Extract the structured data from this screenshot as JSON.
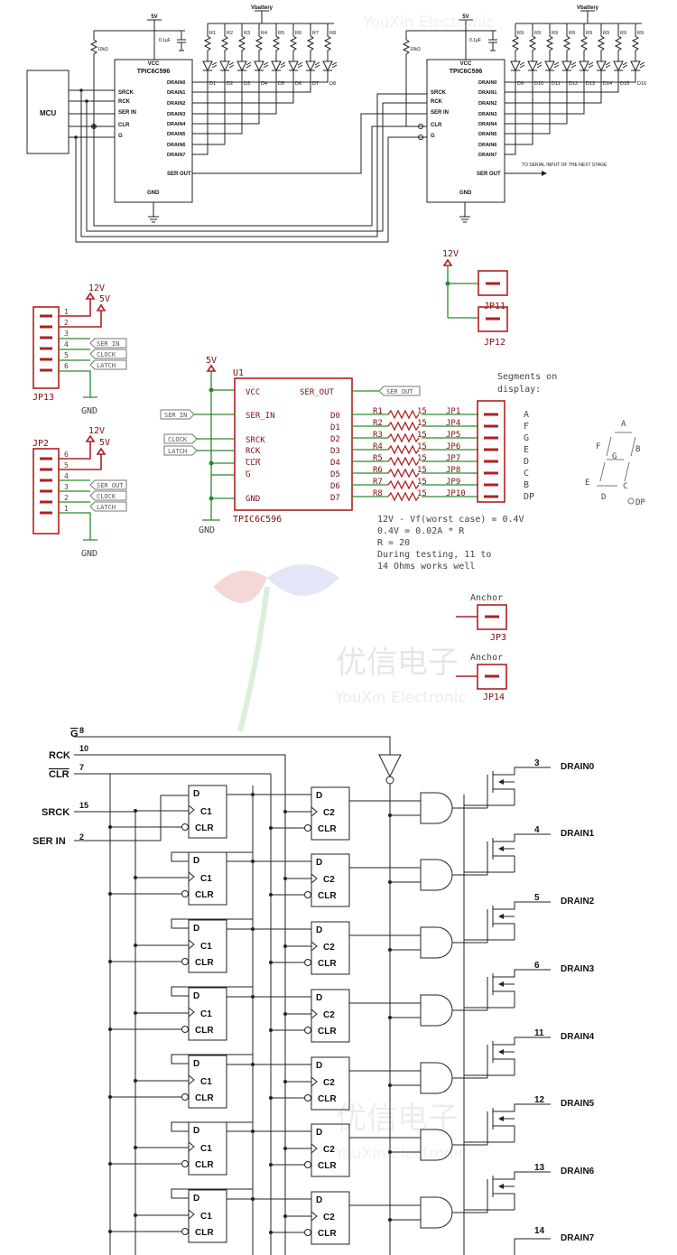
{
  "top": {
    "mcu": "MCU",
    "chip1": {
      "vcc": "VCC",
      "name": "TPIC6C596",
      "pins_left": [
        "SRCK",
        "RCK",
        "SER IN",
        "CLR",
        "G"
      ],
      "drains": [
        "DRAIN0",
        "DRAIN1",
        "DRAIN2",
        "DRAIN3",
        "DRAIN4",
        "DRAIN5",
        "DRAIN6",
        "DRAIN7"
      ],
      "serout": "SER OUT",
      "gnd": "GND"
    },
    "chip2": {
      "vcc": "VCC",
      "name": "TPIC6C596",
      "pins_left": [
        "SRCK",
        "RCK",
        "SER IN",
        "CLR",
        "G"
      ],
      "drains": [
        "DRAIN0",
        "DRAIN1",
        "DRAIN2",
        "DRAIN3",
        "DRAIN4",
        "DRAIN5",
        "DRAIN6",
        "DRAIN7"
      ],
      "serout": "SER OUT",
      "gnd": "GND"
    },
    "v5": "5V",
    "cap": "0.1μF",
    "res": "10kΩ",
    "vbattery": "Vbattery",
    "r1": [
      "R1",
      "R2",
      "R3",
      "R4",
      "R5",
      "R6",
      "R7",
      "R8"
    ],
    "r2": [
      "R9",
      "R9",
      "R9",
      "R9",
      "R9",
      "R9",
      "R9",
      "R9"
    ],
    "d1": [
      "D1",
      "D2",
      "D3",
      "D4",
      "D5",
      "D6",
      "D7",
      "D8"
    ],
    "d2": [
      "D9",
      "D10",
      "D11",
      "D12",
      "D13",
      "D14",
      "D15",
      "D16"
    ],
    "next": "TO SERIAL INPUT OF THE NEXT STAGE"
  },
  "mid": {
    "jp13": {
      "v12": "12V",
      "v5": "5V",
      "pins": [
        "1",
        "2",
        "3",
        "4",
        "5",
        "6"
      ],
      "labels": [
        "SER_IN",
        "CLOCK",
        "LATCH"
      ],
      "gnd": "GND",
      "name": "JP13"
    },
    "jp2": {
      "v12": "12V",
      "v5": "5V",
      "pins": [
        "6",
        "5",
        "4",
        "3",
        "2",
        "1"
      ],
      "labels": [
        "SER_OUT",
        "CLOCK",
        "LATCH"
      ],
      "gnd": "GND",
      "name": "JP2"
    },
    "pwr": {
      "v12": "12V",
      "jp11": "JP11",
      "jp12": "JP12"
    },
    "u1": {
      "ref": "U1",
      "v5": "5V",
      "vcc": "VCC",
      "serout": "SER_OUT",
      "serin": "SER_IN",
      "srck": "SRCK",
      "rck": "RCK",
      "clr": "CLR",
      "g": "G",
      "gnd": "GND",
      "name": "TPIC6C596",
      "tag_serin": "SER_IN",
      "tag_clock": "CLOCK",
      "tag_latch": "LATCH",
      "tag_serout": "SER_OUT",
      "gndlbl": "GND"
    },
    "d_pins": [
      "D0",
      "D1",
      "D2",
      "D3",
      "D4",
      "D5",
      "D6",
      "D7"
    ],
    "rrefs": [
      "R1",
      "R2",
      "R3",
      "R4",
      "R5",
      "R6",
      "R7",
      "R8"
    ],
    "rval": "15",
    "jps": [
      "JP1",
      "JP4",
      "JP5",
      "JP6",
      "JP7",
      "JP8",
      "JP9",
      "JP10"
    ],
    "segs_title": [
      "Segments on",
      "display:"
    ],
    "segs": [
      "A",
      "F",
      "G",
      "E",
      "D",
      "C",
      "B",
      "DP"
    ],
    "calc": [
      "12V - Vf(worst case) = 0.4V",
      "0.4V = 0.02A * R",
      "R = 20",
      "During testing, 11 to",
      "14 Ohms works well"
    ],
    "seg7": {
      "a": "A",
      "b": "B",
      "c": "C",
      "d": "D",
      "e": "E",
      "f": "F",
      "g": "G",
      "dp": "DP"
    },
    "anchor1": {
      "label": "Anchor",
      "name": "JP3"
    },
    "anchor2": {
      "label": "Anchor",
      "name": "JP14"
    }
  },
  "watermark": {
    "cn": "优信电子",
    "en": "YouXin Electronic"
  },
  "logic": {
    "inputs": [
      {
        "name": "G",
        "pin": "8"
      },
      {
        "name": "RCK",
        "pin": "10"
      },
      {
        "name": "CLR",
        "pin": "7"
      },
      {
        "name": "SRCK",
        "pin": "15"
      },
      {
        "name": "SER IN",
        "pin": "2"
      }
    ],
    "ff1": {
      "d": "D",
      "c": "C1",
      "clr": "CLR"
    },
    "ff2": {
      "d": "D",
      "c": "C2",
      "clr": "CLR"
    },
    "drains": [
      {
        "name": "DRAIN0",
        "pin": "3"
      },
      {
        "name": "DRAIN1",
        "pin": "4"
      },
      {
        "name": "DRAIN2",
        "pin": "5"
      },
      {
        "name": "DRAIN3",
        "pin": "6"
      },
      {
        "name": "DRAIN4",
        "pin": "11"
      },
      {
        "name": "DRAIN5",
        "pin": "12"
      },
      {
        "name": "DRAIN6",
        "pin": "13"
      },
      {
        "name": "DRAIN7",
        "pin": "14"
      }
    ]
  }
}
